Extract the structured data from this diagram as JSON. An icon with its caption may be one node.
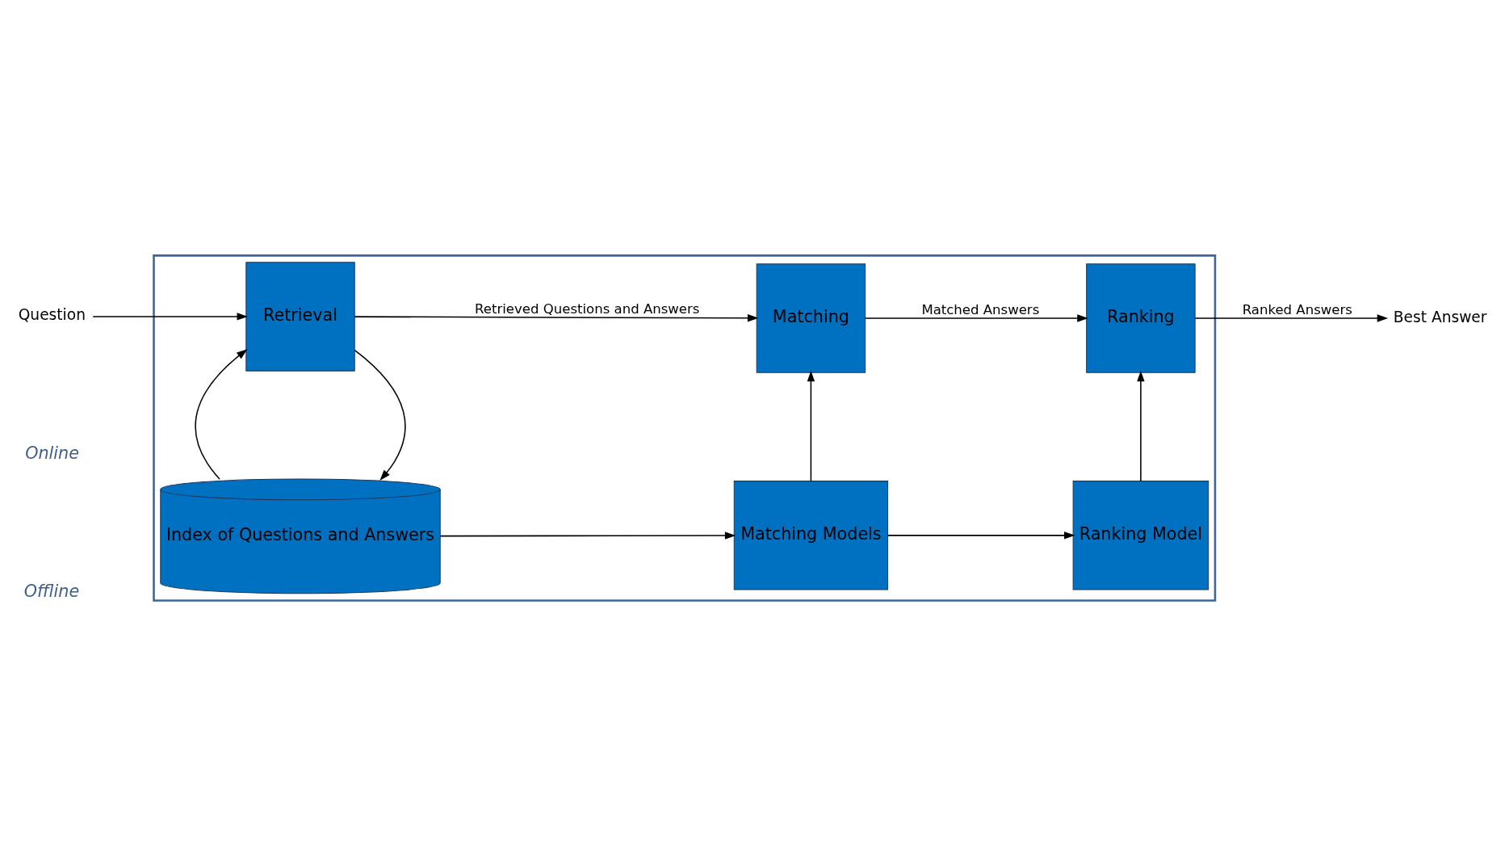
{
  "diagram": {
    "nodes": [
      {
        "text": [],
        "shape": "box"
      },
      {
        "text": [
          "Question"
        ]
      },
      {
        "text": [
          "Retrieval"
        ],
        "in": 0
      },
      {
        "text": [
          "Matching"
        ],
        "in": 0
      },
      {
        "text": [
          "Ranking"
        ],
        "in": 0
      },
      {
        "text": [
          "Best Answer"
        ]
      },
      {
        "text": [
          "Index of Questions and Answers"
        ],
        "in": 0
      },
      {
        "text": [
          "Matching Models"
        ],
        "in": 0
      },
      {
        "text": [
          "Ranking Model"
        ],
        "in": 0
      }
    ],
    "edges": [
      {
        "from": 1,
        "to": 2,
        "arrow": "to"
      },
      {
        "from": 2,
        "to": 3,
        "arrow": "to",
        "label": "Retrieved Questions and Answers"
      },
      {
        "from": 3,
        "to": 4,
        "arrow": "to",
        "label": "Matched Answers"
      },
      {
        "from": 4,
        "to": 5,
        "arrow": "to",
        "label": "Ranked Answers"
      },
      {
        "from": 2,
        "to": 6,
        "arrow": "to"
      },
      {
        "from": 6,
        "to": 2,
        "arrow": "to"
      },
      {
        "from": 6,
        "to": 7,
        "arrow": "to"
      },
      {
        "from": 7,
        "to": 3,
        "arrow": "to"
      },
      {
        "from": 7,
        "to": 8,
        "arrow": "to"
      },
      {
        "from": 8,
        "to": 4,
        "arrow": "to"
      }
    ],
    "labels": [
      "Online",
      "Offline"
    ]
  }
}
